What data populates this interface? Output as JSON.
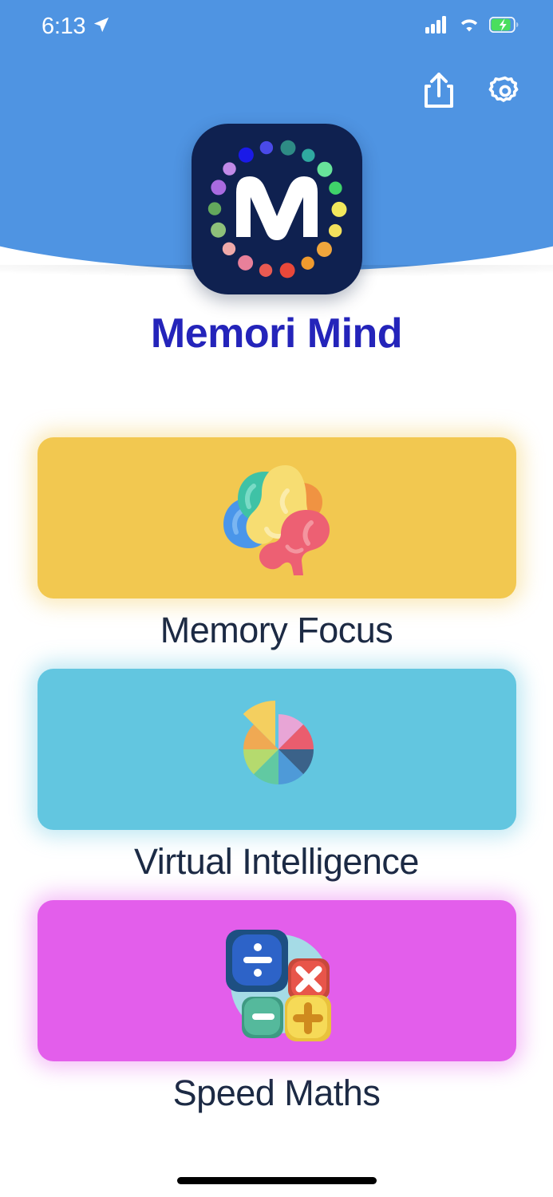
{
  "statusbar": {
    "time": "6:13",
    "location_icon": "location-arrow-icon",
    "cellular_icon": "cellular-signal-icon",
    "wifi_icon": "wifi-icon",
    "battery_icon": "battery-charging-icon",
    "battery_charging": true
  },
  "header": {
    "background_color": "#4f94e2",
    "share_button_label": "share-icon",
    "settings_button_label": "gear-icon"
  },
  "app": {
    "title": "Memori Mind",
    "title_color": "#2424ba",
    "icon_letter": "M",
    "icon_background": "#0f2150",
    "icon_dot_colors": [
      "#2e8b85",
      "#2fa9a0",
      "#67e39a",
      "#3fd36a",
      "#f2e85c",
      "#f2e05c",
      "#f0a63c",
      "#ef9a2e",
      "#e8483a",
      "#e85a52",
      "#e8809a",
      "#efa9a9",
      "#8ec07a",
      "#63a85c",
      "#a96be0",
      "#c18ae8",
      "#1a1ae8",
      "#4a4ae8"
    ]
  },
  "tiles": [
    {
      "id": "memory-focus",
      "label": "Memory Focus",
      "color": "#f2c850",
      "icon": "brain-icon"
    },
    {
      "id": "virtual-intelligence",
      "label": "Virtual Intelligence",
      "color": "#62c6e0",
      "icon": "pie-chart-icon"
    },
    {
      "id": "speed-maths",
      "label": "Speed Maths",
      "color": "#e35eeb",
      "icon": "math-operators-icon"
    }
  ],
  "tile_label_color": "#1c2a44",
  "home_indicator": {
    "color": "#000000"
  }
}
